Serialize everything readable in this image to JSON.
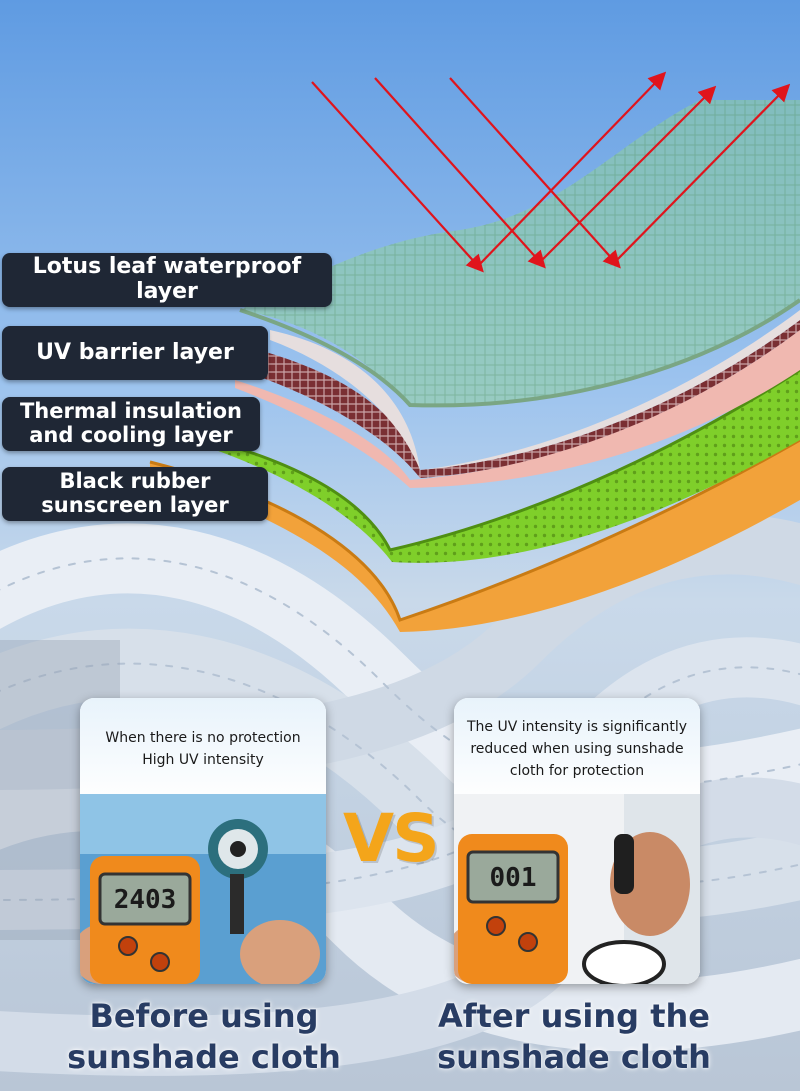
{
  "layers": [
    {
      "lines": [
        "Lotus leaf waterproof layer"
      ]
    },
    {
      "lines": [
        "UV barrier layer"
      ]
    },
    {
      "lines": [
        "Thermal insulation",
        "and cooling layer"
      ]
    },
    {
      "lines": [
        "Black rubber",
        "sunscreen layer"
      ]
    }
  ],
  "before": {
    "caption": [
      "When there is no protection",
      "High UV intensity"
    ],
    "meter_reading": "2403",
    "title": [
      "Before using",
      "sunshade cloth"
    ]
  },
  "after": {
    "caption": [
      "The UV intensity is significantly",
      "reduced when using sunshade",
      "cloth for protection"
    ],
    "meter_reading": "001",
    "title": [
      "After using the",
      "sunshade cloth"
    ]
  },
  "vs_text": "VS",
  "colors": {
    "label_bg": "#1f2735",
    "vs": "#f4a51a",
    "title_text": "#283c63",
    "waterproof_layer": "#8fcf9c",
    "uv_layer": "#7a2f33",
    "thermal_layer": "#7fcf2a",
    "rubber_layer": "#f2a23a",
    "arrow": "#e0141c"
  }
}
